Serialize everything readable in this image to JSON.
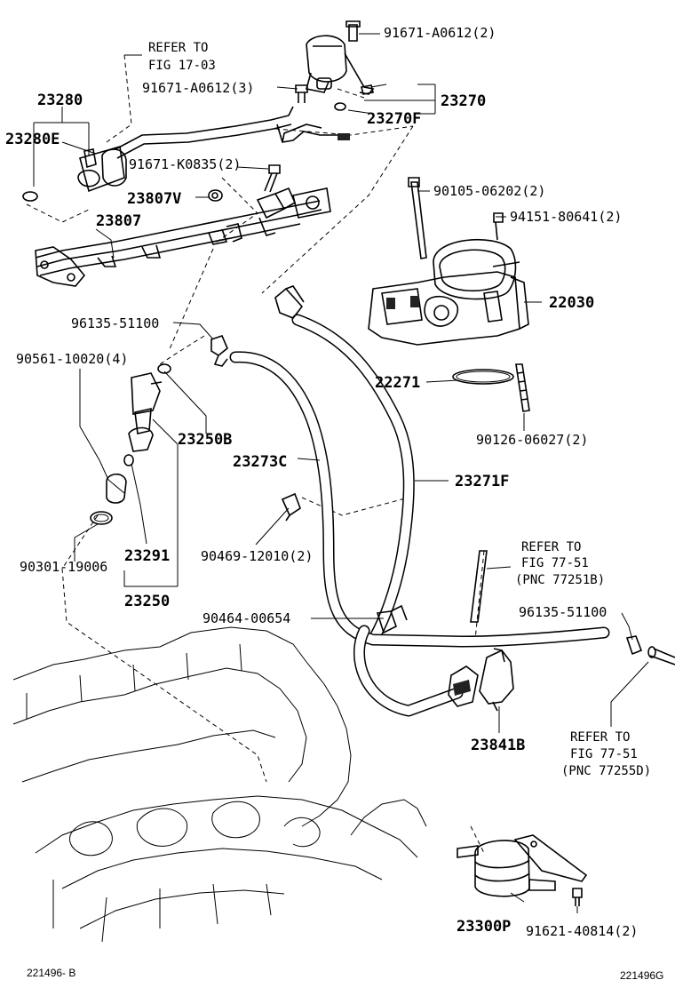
{
  "diagram": {
    "callouts": {
      "refer_17_03_a": "REFER TO",
      "refer_17_03_b": "FIG 17-03",
      "p91671_a0612_top": "91671-A0612(2)",
      "p91671_a0612_mid": "91671-A0612(3)",
      "p23270": "23270",
      "p23270f": "23270F",
      "p23280": "23280",
      "p23280e": "23280E",
      "p91671_k0835": "91671-K0835(2)",
      "p23807v": "23807V",
      "p23807": "23807",
      "p90105_06202": "90105-06202(2)",
      "p94151_80641": "94151-80641(2)",
      "p22030": "22030",
      "p96135_51100_a": "96135-51100",
      "p90561_10020": "90561-10020(4)",
      "p22271": "22271",
      "p90126_06027": "90126-06027(2)",
      "p23250b": "23250B",
      "p23273c": "23273C",
      "p23271f": "23271F",
      "p90469_12010": "90469-12010(2)",
      "p23291": "23291",
      "p90301_19006": "90301-19006",
      "p23250": "23250",
      "refer_77_51_a1": "REFER TO",
      "refer_77_51_a2": "FIG 77-51",
      "refer_77_51_a3": "(PNC 77251B)",
      "p96135_51100_b": "96135-51100",
      "p90464_00654": "90464-00654",
      "p23841b": "23841B",
      "refer_77_51_b1": "REFER TO",
      "refer_77_51_b2": "FIG 77-51",
      "refer_77_51_b3": "(PNC 77255D)",
      "p23300p": "23300P",
      "p91621_40814": "91621-40814(2)"
    },
    "footer": {
      "left_code": "221496- B",
      "right_code": "221496G"
    }
  }
}
